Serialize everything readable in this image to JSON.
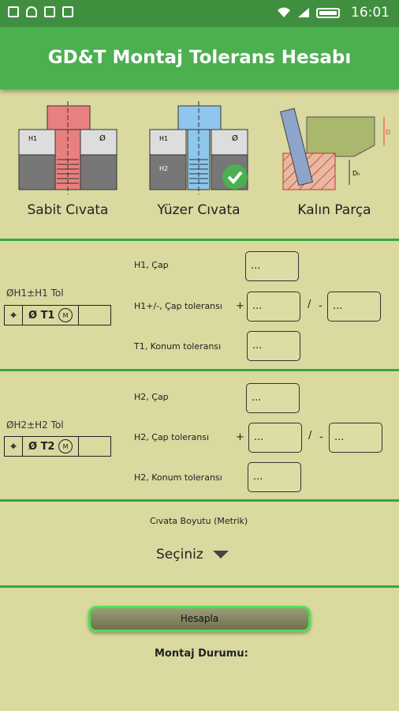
{
  "status_bar": {
    "time": "16:01"
  },
  "app": {
    "title": "GD&T Montaj Tolerans Hesabı"
  },
  "bolt_types": [
    {
      "label": "Sabit Cıvata",
      "h1": "H1",
      "diam": "Ø"
    },
    {
      "label": "Yüzer Cıvata",
      "h1": "H1",
      "h2": "H2",
      "diam": "Ø"
    },
    {
      "label": "Kalın Parça",
      "dim_d": "D",
      "dim_dh": "Dₕ"
    }
  ],
  "section1": {
    "tol_title": "ØH1±H1 Tol",
    "fcf": {
      "symbol": "⌖",
      "diam": "Ø",
      "ref": "T1",
      "mod": "M"
    },
    "diameter_label": "H1, Çap",
    "diameter_value": "...",
    "tolerance_label": "H1+/-, Çap toleransı",
    "plus": "+",
    "slash": "/",
    "minus": "-",
    "tol_plus_value": "...",
    "tol_minus_value": "...",
    "position_label": "T1, Konum toleransı",
    "position_value": "..."
  },
  "section2": {
    "tol_title": "ØH2±H2 Tol",
    "fcf": {
      "symbol": "⌖",
      "diam": "Ø",
      "ref": "T2",
      "mod": "M"
    },
    "diameter_label": "H2, Çap",
    "diameter_value": "...",
    "tolerance_label": "H2, Çap toleransı",
    "plus": "+",
    "slash": "/",
    "minus": "-",
    "tol_plus_value": "...",
    "tol_minus_value": "...",
    "position_label": "H2, Konum toleransı",
    "position_value": "..."
  },
  "bolt_size": {
    "label": "Cıvata Boyutu (Metrik)",
    "selected": "Seçiniz"
  },
  "calculate_button": "Hesapla",
  "result_label": "Montaj Durumu:",
  "colors": {
    "green": "#4caf50",
    "status": "#3f8f3f",
    "bg": "#d9d9a0",
    "divider": "#3aa63a"
  }
}
